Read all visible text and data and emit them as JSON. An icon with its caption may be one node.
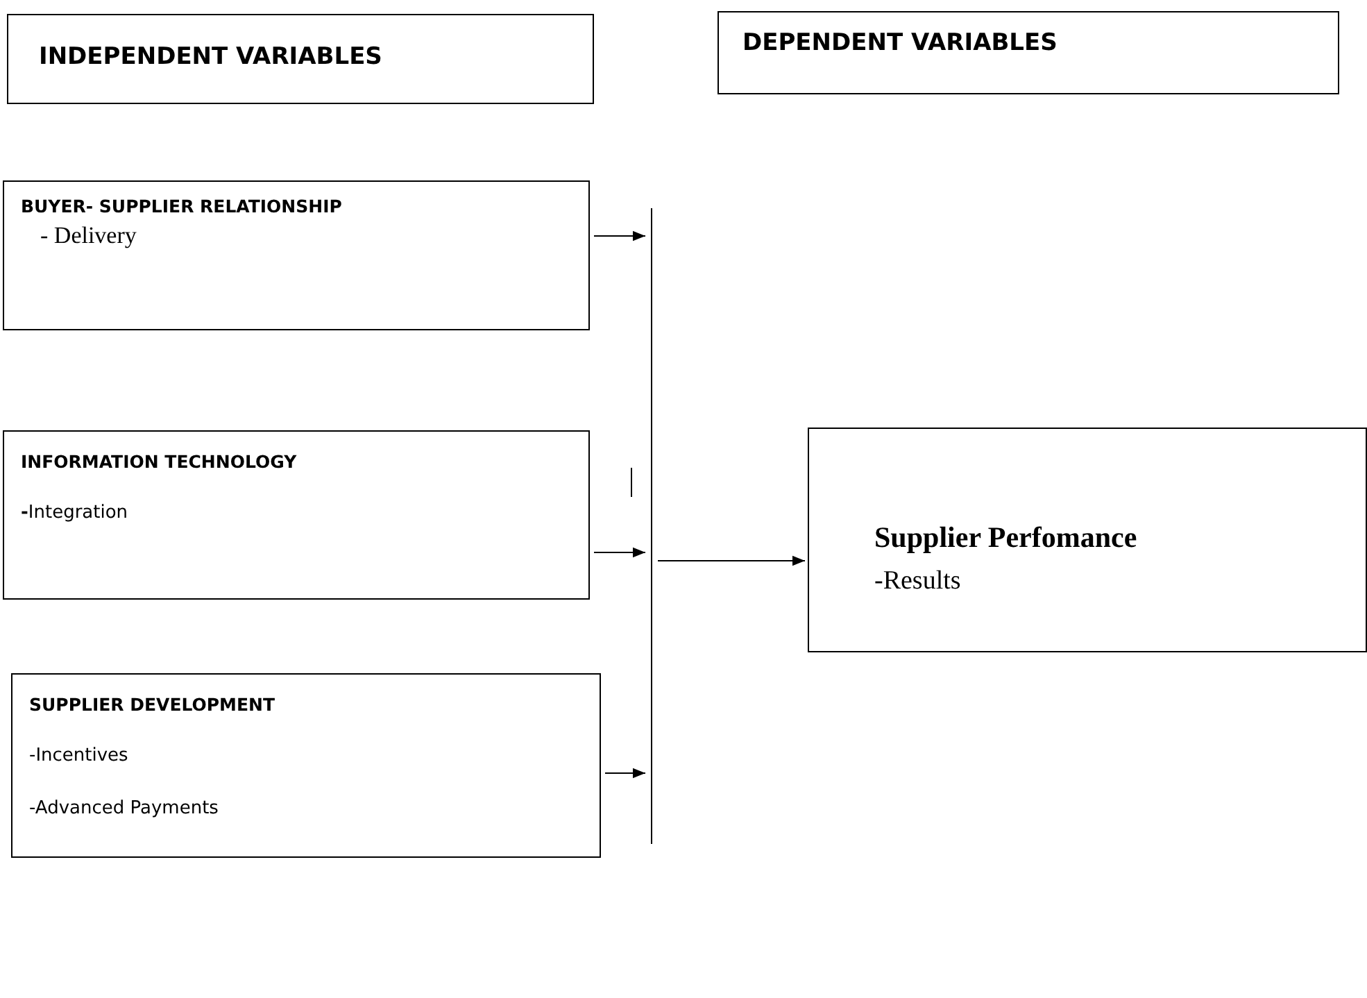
{
  "diagram": {
    "nodes": [
      {
        "text": [
          "INDEPENDENT VARIABLES"
        ]
      },
      {
        "text": [
          "DEPENDENT VARIABLES"
        ]
      },
      {
        "text": [
          "BUYER- SUPPLIER RELATIONSHIP",
          "- Delivery"
        ]
      },
      {
        "text": [
          "INFORMATION TECHNOLOGY",
          "**-**Integration"
        ]
      },
      {
        "text": [
          "SUPPLIER DEVELOPMENT",
          "-Incentives",
          "-Advanced Payments"
        ]
      },
      {
        "text": [],
        "shape": "bar"
      },
      {
        "text": [
          "Supplier Perfomance",
          "-Results"
        ]
      }
    ],
    "edges": [
      {
        "from": 2,
        "to": 5,
        "arrow": "to"
      },
      {
        "from": 3,
        "to": 5,
        "arrow": "to"
      },
      {
        "from": 4,
        "to": 5,
        "arrow": "to"
      },
      {
        "from": 5,
        "to": 6,
        "arrow": "to"
      }
    ]
  }
}
